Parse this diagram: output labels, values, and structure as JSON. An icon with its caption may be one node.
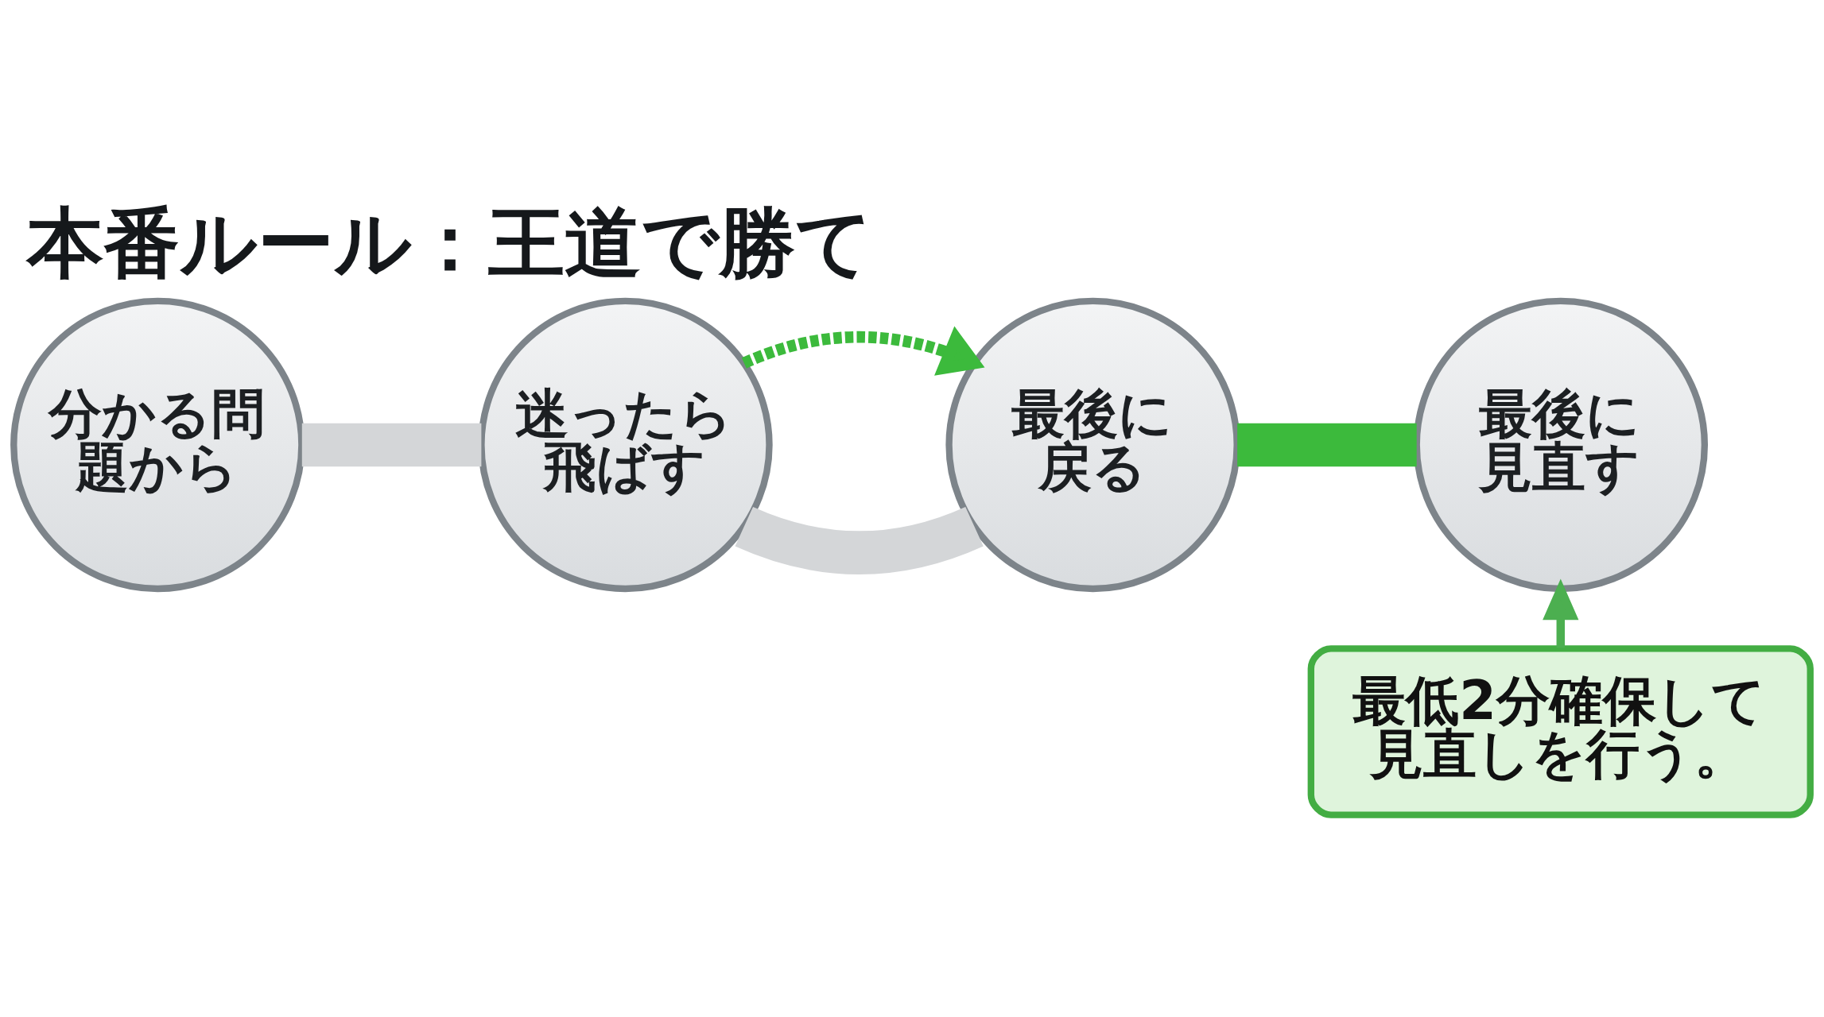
{
  "diagram": {
    "title": "本番ルール：王道で勝て",
    "nodes": [
      {
        "text": [
          "分かる問題から"
        ]
      },
      {
        "text": [
          "迷ったら飛ばす"
        ]
      },
      {
        "text": [
          "最後に戻る"
        ]
      },
      {
        "text": [
          "最後に見直す"
        ]
      },
      {
        "text": [
          "最低2分確保して見直しを行う。"
        ]
      }
    ],
    "edges": [
      {
        "from": 0,
        "to": 1,
        "arrow": "none",
        "color": "#d4d6d8"
      },
      {
        "from": 1,
        "to": 2,
        "arrow": "none",
        "color": "#d4d6d8"
      },
      {
        "from": 2,
        "to": 3,
        "arrow": "none",
        "color": "#3cba3c"
      },
      {
        "from": 1,
        "to": 2,
        "arrow": "to",
        "style": "dashed",
        "color": "#3cba3c"
      },
      {
        "from": 4,
        "to": 3,
        "arrow": "to",
        "color": "#4caf50"
      }
    ]
  }
}
